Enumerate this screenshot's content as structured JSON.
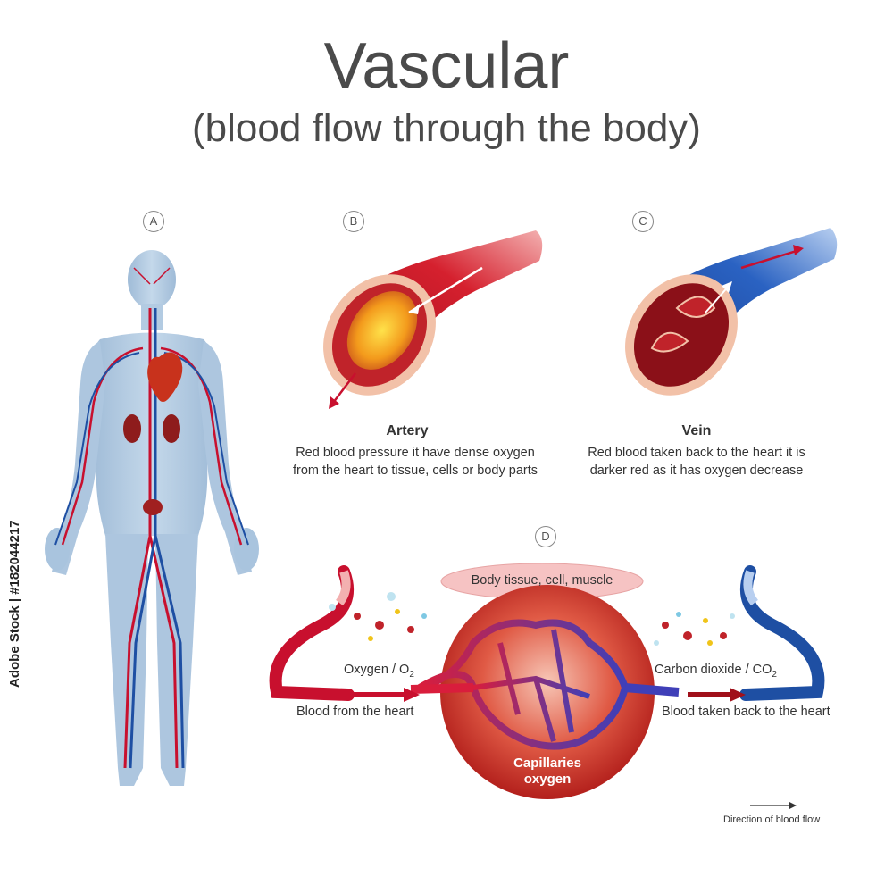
{
  "title": "Vascular",
  "subtitle": "(blood flow through the body)",
  "panels": {
    "a": {
      "badge": "A"
    },
    "b": {
      "badge": "B",
      "title": "Artery",
      "desc_line1": "Red blood pressure it have dense oxygen",
      "desc_line2": "from the heart to tissue, cells or body parts"
    },
    "c": {
      "badge": "C",
      "title": "Vein",
      "desc_line1": "Red blood taken back to the heart it is",
      "desc_line2": "darker red as it has oxygen decrease"
    },
    "d": {
      "badge": "D",
      "tissue_label": "Body tissue, cell, muscle",
      "oxygen_label": "Oxygen / O",
      "oxygen_sub": "2",
      "co2_label": "Carbon dioxide / CO",
      "co2_sub": "2",
      "from_heart": "Blood from the heart",
      "back_to_heart": "Blood taken back to the heart",
      "capillaries_line1": "Capillaries",
      "capillaries_line2": "oxygen"
    }
  },
  "legend": {
    "direction": "Direction of blood flow"
  },
  "credit": "Adobe Stock | #182044217",
  "colors": {
    "artery_red": "#c8102e",
    "vein_blue": "#1e4fa3",
    "body_blue": "#a9c4de",
    "title_gray": "#4a4a4a"
  }
}
